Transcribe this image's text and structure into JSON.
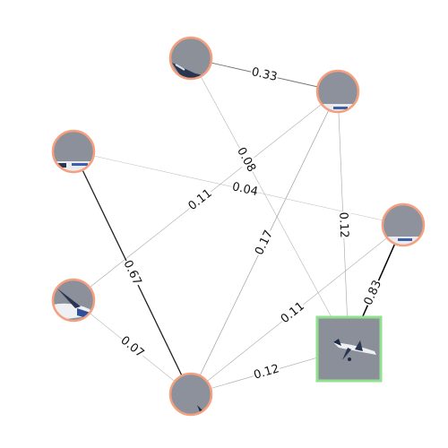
{
  "graph": {
    "colors": {
      "node_border": "#f4a07f",
      "center_border": "#90e090",
      "sky": "#8a8e98",
      "edge_dark": "#000000",
      "edge_light": "#cccccc"
    },
    "nodes": [
      {
        "id": "n1",
        "kind": "circle",
        "content": "aircraft-tail"
      },
      {
        "id": "n2",
        "kind": "circle",
        "content": "aircraft-fuselage-logo"
      },
      {
        "id": "n3",
        "kind": "circle",
        "content": "aircraft-fuselage-logo"
      },
      {
        "id": "n4",
        "kind": "circle",
        "content": "aircraft-fuselage"
      },
      {
        "id": "n5",
        "kind": "circle",
        "content": "aircraft-nose"
      },
      {
        "id": "n6",
        "kind": "circle",
        "content": "aircraft-wingtip"
      },
      {
        "id": "center",
        "kind": "square",
        "content": "aircraft-full"
      }
    ],
    "edges": [
      {
        "from": "n1",
        "to": "n2",
        "label": "0.33",
        "weight": 0.33
      },
      {
        "from": "n1",
        "to": "center",
        "label": "0.08",
        "weight": 0.08
      },
      {
        "from": "n2",
        "to": "n5",
        "label": "0.11",
        "weight": 0.11
      },
      {
        "from": "n2",
        "to": "n6",
        "label": "0.17",
        "weight": 0.17
      },
      {
        "from": "n2",
        "to": "center",
        "label": "0.12",
        "weight": 0.12
      },
      {
        "from": "n3",
        "to": "n4",
        "label": "0.04",
        "weight": 0.04
      },
      {
        "from": "n3",
        "to": "n6",
        "label": "0.67",
        "weight": 0.67
      },
      {
        "from": "n4",
        "to": "n6",
        "label": "0.11",
        "weight": 0.11
      },
      {
        "from": "n4",
        "to": "center",
        "label": "0.83",
        "weight": 0.83
      },
      {
        "from": "n5",
        "to": "n6",
        "label": "0.07",
        "weight": 0.07
      },
      {
        "from": "n6",
        "to": "center",
        "label": "0.12",
        "weight": 0.12
      }
    ]
  }
}
